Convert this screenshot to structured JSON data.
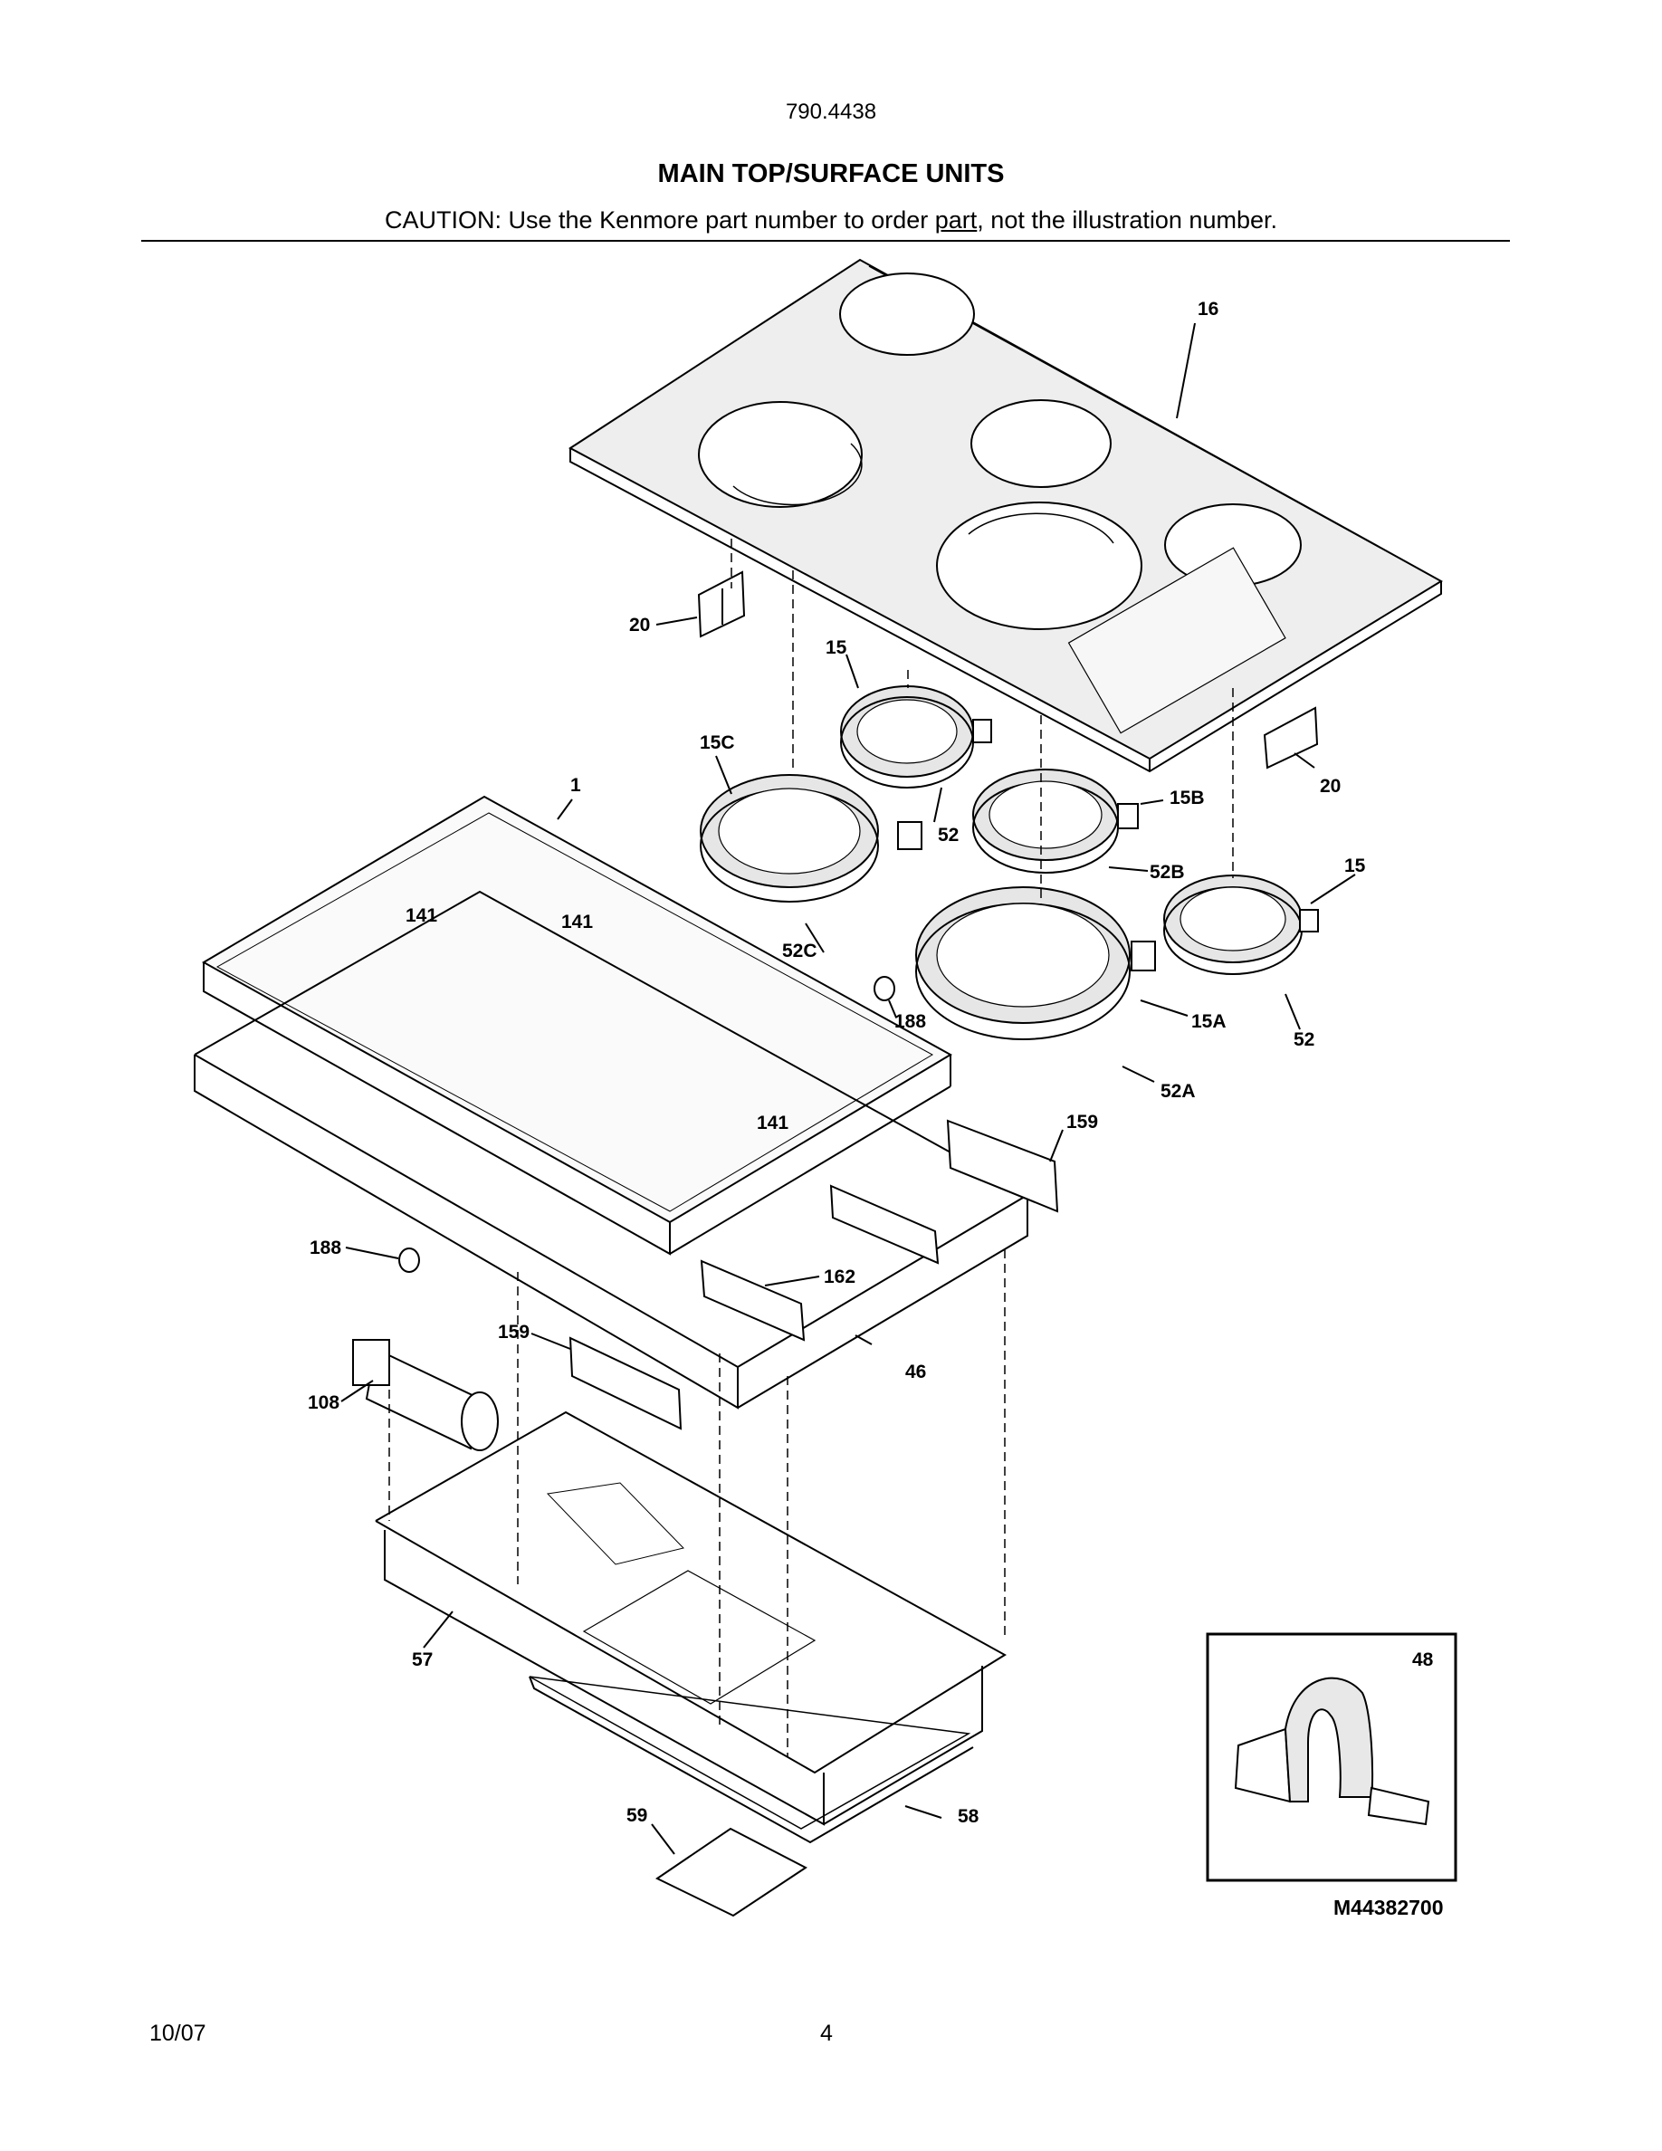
{
  "header": {
    "model_number": "790.4438",
    "title": "MAIN TOP/SURFACE UNITS",
    "caution_prefix": "CAUTION: Use the Kenmore part number to order ",
    "caution_underlined": "part",
    "caution_suffix": ", not the illustration number."
  },
  "callouts": {
    "cooktop_glass": "16",
    "bracket_left": "20",
    "bracket_right": "20",
    "element_rear_small": "15",
    "element_left_large": "15C",
    "element_rear_right": "15B",
    "element_right_small": "15",
    "element_front_large": "15A",
    "lead_52_a": "52",
    "lead_52B": "52B",
    "lead_52C": "52C",
    "lead_52_b": "52",
    "lead_52A": "52A",
    "top_frame": "1",
    "limiter_1": "141",
    "limiter_2": "141",
    "limiter_3": "141",
    "grommet_top": "188",
    "grommet_left": "188",
    "mid_frame": "46",
    "bracket_159_right": "159",
    "bracket_159_left": "159",
    "bracket_162": "162",
    "blower": "108",
    "bottom_box": "57",
    "panel_58": "58",
    "panel_59": "59",
    "inset_clamp": "48"
  },
  "diagram_id": "M44382700",
  "footer": {
    "date": "10/07",
    "page_number": "4"
  }
}
